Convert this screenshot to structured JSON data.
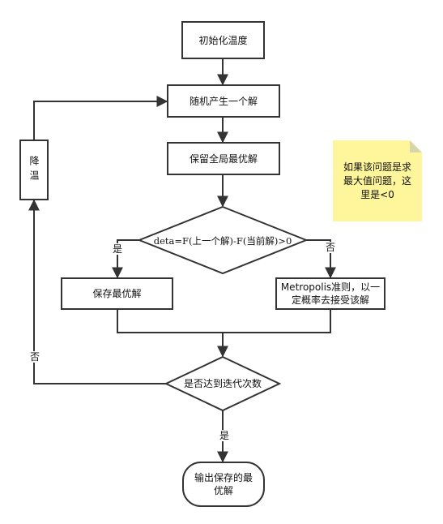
{
  "colors": {
    "stroke": "#333333",
    "fill": "#ffffff",
    "note_fill": "#fff59b",
    "note_fold": "#d6d6a8",
    "text": "#111111"
  },
  "nodes": {
    "init": "初始化温度",
    "random": "随机产生一个解",
    "keep_best": "保留全局最优解",
    "delta": "deta=F(上一个解)-F(当前解)>0",
    "save_best": "保存最优解",
    "metropolis": "Metropolis准则，以一定概率去接受该解",
    "iter": "是否达到迭代次数",
    "output": "输出保存的最优解",
    "cool": "降温"
  },
  "note": "如果该问题是求最大值问题，这里是<0",
  "edge_labels": {
    "yes_left": "是",
    "no_right": "否",
    "no_loop": "否",
    "yes_down": "是"
  }
}
